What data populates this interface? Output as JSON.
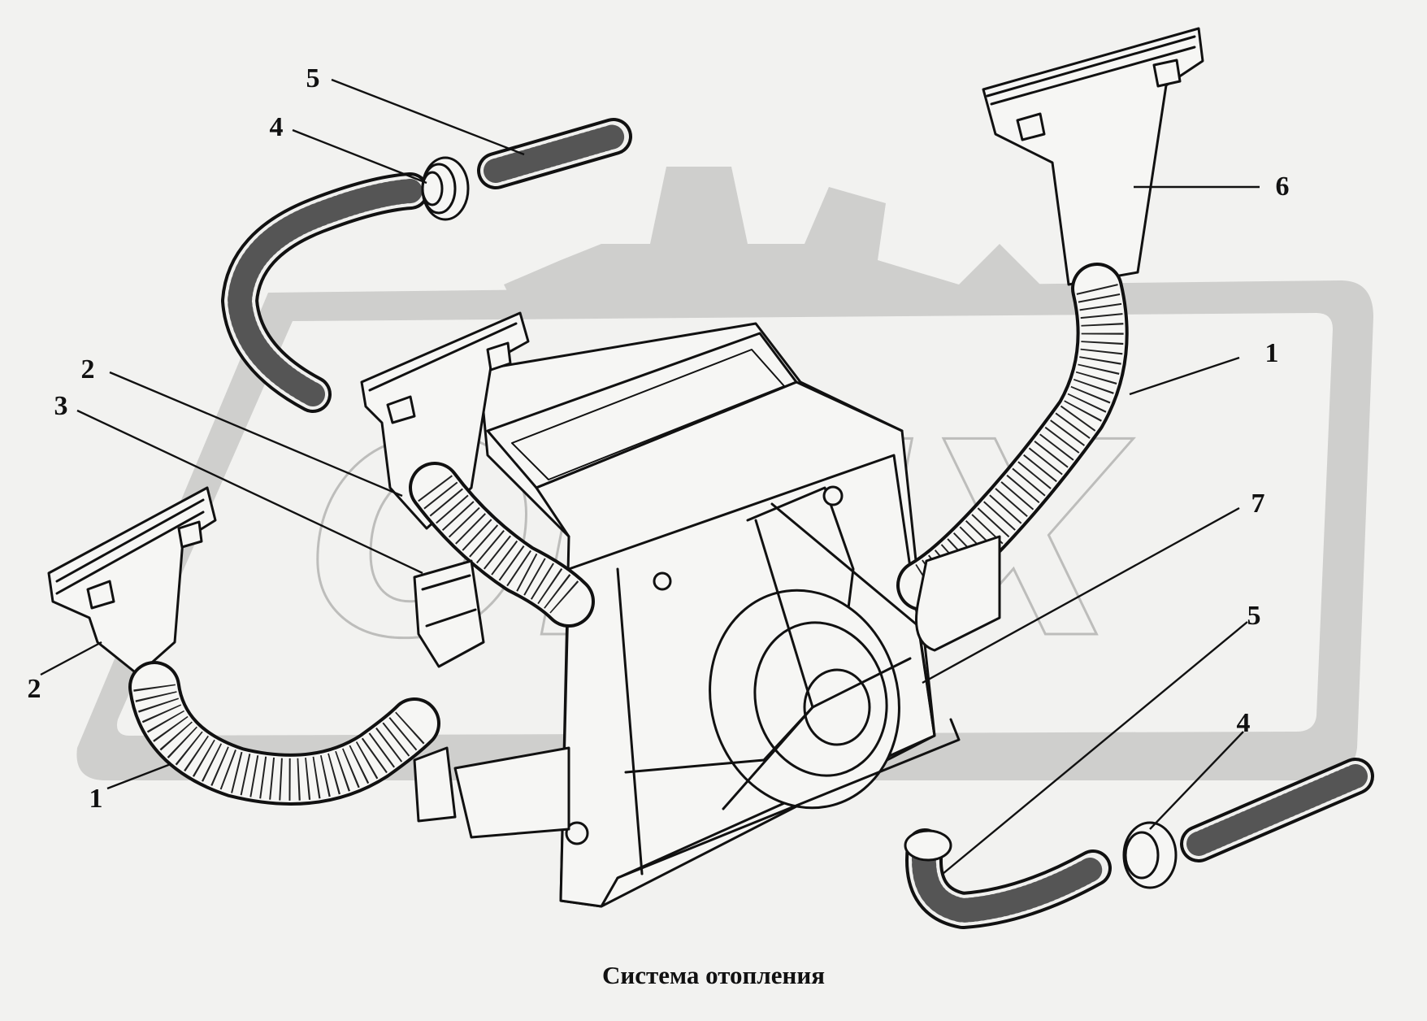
{
  "caption": "Система отопления",
  "watermark": "OPEX",
  "callouts": [
    {
      "id": "c5-top",
      "label": "5",
      "part": "hose"
    },
    {
      "id": "c4-top",
      "label": "4",
      "part": "grommet"
    },
    {
      "id": "c6",
      "label": "6",
      "part": "air-nozzle"
    },
    {
      "id": "c1-right",
      "label": "1",
      "part": "corrugated-duct"
    },
    {
      "id": "c2-mid",
      "label": "2",
      "part": "air-nozzle"
    },
    {
      "id": "c3",
      "label": "3",
      "part": "clamp"
    },
    {
      "id": "c7",
      "label": "7",
      "part": "heater-housing"
    },
    {
      "id": "c5-bottom",
      "label": "5",
      "part": "hose"
    },
    {
      "id": "c4-bottom",
      "label": "4",
      "part": "grommet"
    },
    {
      "id": "c2-left",
      "label": "2",
      "part": "air-nozzle"
    },
    {
      "id": "c1-left",
      "label": "1",
      "part": "corrugated-duct"
    }
  ]
}
